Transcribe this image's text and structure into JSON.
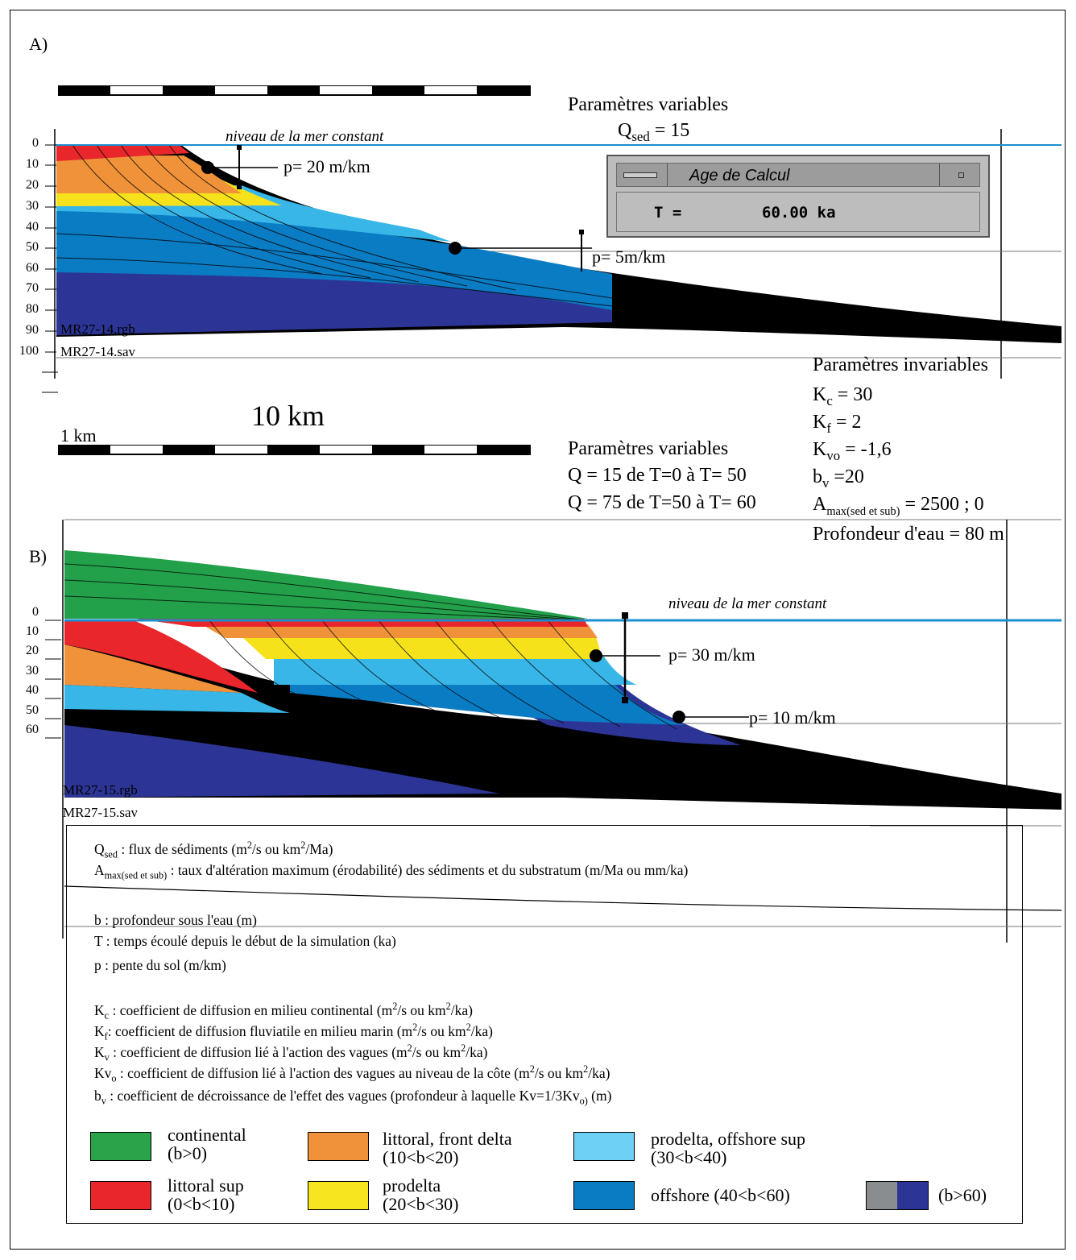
{
  "panel_a": {
    "label": "A)",
    "sea_level_label": "niveau de la mer constant",
    "depth_ticks": [
      "0",
      "10",
      "20",
      "30",
      "40",
      "50",
      "60",
      "70",
      "80",
      "90",
      "100"
    ],
    "file_rgb": "MR27-14.rgb",
    "file_sav": "MR27-14.sav",
    "slope_1": "p= 20 m/km",
    "slope_2": "p= 5m/km",
    "var_title": "Paramètres variables",
    "var_q_symbol": "Q",
    "var_q_sub": "sed",
    "var_q_value": " = 15",
    "window": {
      "title": "Age de Calcul",
      "var": "T  =",
      "value": "60.00 ka"
    }
  },
  "scale": {
    "big_label": "10 km",
    "small_label": "1 km"
  },
  "invariable": {
    "title": "Paramètres invariables",
    "kc_sym": "K",
    "kc_sub": "c",
    "kc_val": " = 30",
    "kf_sym": "K",
    "kf_sub": "f",
    "kf_val": " = 2",
    "kvo_sym": "K",
    "kvo_sub": "vo",
    "kvo_val": " = -1,6",
    "bv_sym": "b",
    "bv_sub": "v",
    "bv_val": " =20",
    "amax_sym": "A",
    "amax_sub": "max(sed et sub)",
    "amax_val": " = 2500 ; 0",
    "depth": "Profondeur d'eau = 80 m"
  },
  "panel_b": {
    "label": "B)",
    "sea_level_label": "niveau de la mer constant",
    "depth_ticks": [
      "0",
      "10",
      "20",
      "30",
      "40",
      "50",
      "60"
    ],
    "file_rgb": "MR27-15.rgb",
    "file_sav": "MR27-15.sav",
    "slope_1": "p= 30 m/km",
    "slope_2": "p= 10 m/km",
    "var_title": "Paramètres variables",
    "var_line1": "Q = 15 de T=0 à T= 50",
    "var_line2": "Q = 75 de T=50 à T= 60"
  },
  "definitions": {
    "qsed_sym": "Q",
    "qsed_sub": "sed",
    "qsed_txt_a": " : flux de sédiments (m",
    "qsed_sup1": "2",
    "qsed_txt_b": "/s ou km",
    "qsed_sup2": "2",
    "qsed_txt_c": "/Ma)",
    "amax_sym": "A",
    "amax_sub": "max(sed et sub)",
    "amax_txt": " : taux d'altération maximum (érodabilité) des sédiments et du substratum (m/Ma ou mm/ka)",
    "b": "b : profondeur sous l'eau (m)",
    "t": "T : temps écoulé depuis le début de la simulation (ka)",
    "p": "p : pente du sol (m/km)",
    "kc_sym": "K",
    "kc_sub": "c",
    "kc_txt_a": " : coefficient de diffusion en milieu continental (m",
    "kf_sym": "K",
    "kf_sub": "f",
    "kf_txt_a": ": coefficient de diffusion fluviatile en milieu marin (m",
    "kv_sym": "K",
    "kv_sub": "v",
    "kv_txt_a": " : coefficient de diffusion lié à l'action des vagues (m",
    "kvo_sym": "Kv",
    "kvo_sub": "o",
    "kvo_txt_a": " : coefficient de diffusion lié à l'action des vagues au niveau de la côte (m",
    "unit_sup": "2",
    "unit_mid": "/s ou km",
    "unit_end": "/ka)",
    "bv_sym": "b",
    "bv_sub": "v",
    "bv_txt_a": " : coefficient de décroissance de l'effet des vagues (profondeur à laquelle Kv=1/3Kv",
    "bv_sub2": "o)",
    "bv_txt_b": " (m)"
  },
  "legend": [
    {
      "label": "continental",
      "range": "(b>0)",
      "color": "#2aa34a"
    },
    {
      "label": "littoral sup",
      "range": "(0<b<10)",
      "color": "#e8262b"
    },
    {
      "label": "littoral, front delta",
      "range": " (10<b<20)",
      "color": "#f0923a"
    },
    {
      "label": "prodelta",
      "range": "(20<b<30)",
      "color": "#f7e51f"
    },
    {
      "label": "prodelta, offshore sup",
      "range": " (30<b<40)",
      "color": "#6fd0f6"
    },
    {
      "label": "offshore (40<b<60)",
      "range": "",
      "color": "#0a7cc4"
    },
    {
      "label": "(b>60)",
      "range": "",
      "color": "#8a8d90",
      "color2": "#2c3595"
    }
  ],
  "colors": {
    "sea_line": "#1a8fd0",
    "black": "#000000",
    "deep_blue": "#2c3595",
    "offshore": "#0a7cc4",
    "light_blue": "#39b6e8",
    "yellow": "#f5e21a",
    "orange": "#f0923a",
    "red": "#e8262b",
    "green": "#23a04a"
  }
}
